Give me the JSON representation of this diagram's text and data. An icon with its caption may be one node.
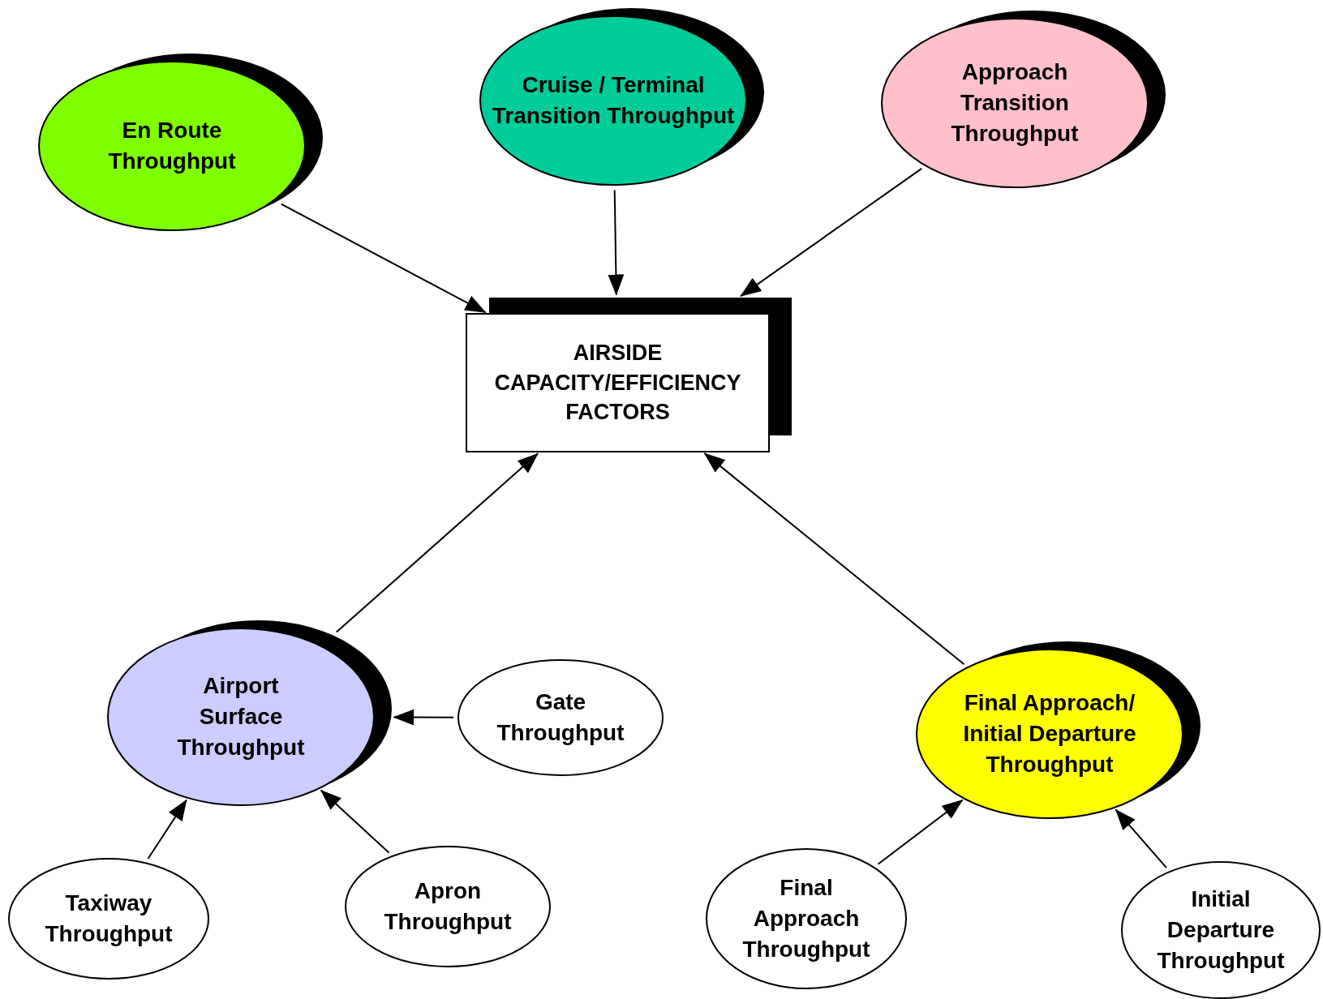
{
  "diagram": {
    "nodes": [
      {
        "text": [
          "AIRSIDE CAPACITY/EFFICIENCY FACTORS"
        ]
      },
      {
        "text": [
          "En Route Throughput"
        ]
      },
      {
        "text": [
          "Cruise / Terminal Transition Throughput"
        ]
      },
      {
        "text": [
          "Approach Transition Throughput"
        ]
      },
      {
        "text": [
          "Airport Surface Throughput"
        ]
      },
      {
        "text": [
          "Gate Throughput"
        ]
      },
      {
        "text": [
          "Taxiway Throughput"
        ]
      },
      {
        "text": [
          "Apron Throughput"
        ]
      },
      {
        "text": [
          "Final Approach/ Initial Departure Throughput"
        ]
      },
      {
        "text": [
          "Final Approach Throughput"
        ]
      },
      {
        "text": [
          "Initial Departure Throughput"
        ]
      }
    ],
    "edges": [
      {
        "from": 1,
        "to": 0,
        "arrow": "to"
      },
      {
        "from": 2,
        "to": 0,
        "arrow": "to"
      },
      {
        "from": 3,
        "to": 0,
        "arrow": "to"
      },
      {
        "from": 4,
        "to": 0,
        "arrow": "to"
      },
      {
        "from": 8,
        "to": 0,
        "arrow": "to"
      },
      {
        "from": 5,
        "to": 4,
        "arrow": "to"
      },
      {
        "from": 6,
        "to": 4,
        "arrow": "to"
      },
      {
        "from": 7,
        "to": 4,
        "arrow": "to"
      },
      {
        "from": 9,
        "to": 8,
        "arrow": "to"
      },
      {
        "from": 10,
        "to": 8,
        "arrow": "to"
      }
    ]
  }
}
